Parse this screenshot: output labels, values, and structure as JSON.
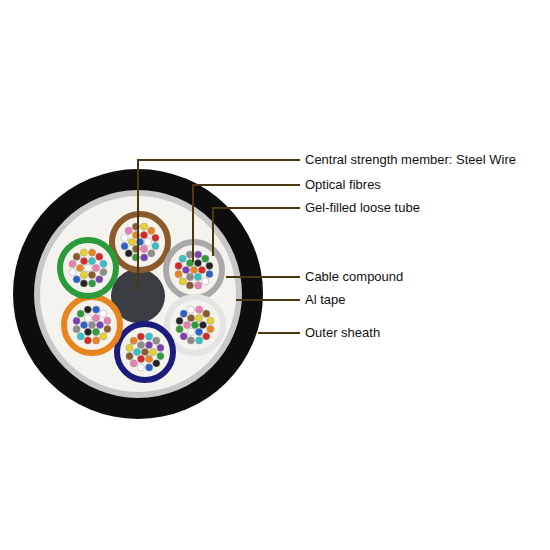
{
  "diagram": {
    "labels": [
      "Central strength member: Steel Wire",
      "Optical fibres",
      "Gel-filled loose tube",
      "Cable compound",
      "Al tape",
      "Outer sheath"
    ]
  }
}
